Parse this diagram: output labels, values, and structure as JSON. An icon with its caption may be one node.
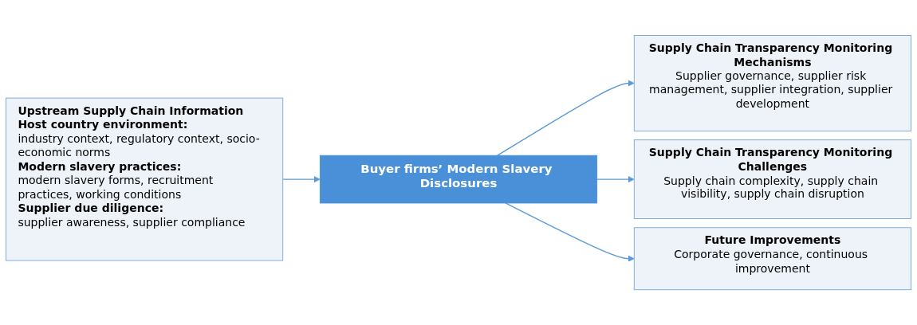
{
  "diagram": {
    "nodes": [
      {
        "text": [
          "Upstream Supply Chain Information",
          "Host country environment:",
          "industry context, regulatory context, socio-economic norms",
          "Modern slavery practices:",
          "modern slavery forms, recruitment practices, working conditions",
          "Supplier due diligence:",
          "supplier awareness, supplier compliance"
        ]
      },
      {
        "text": [
          "Buyer firms’ Modern Slavery Disclosures"
        ]
      },
      {
        "text": [
          "Supply Chain Transparency Monitoring Mechanisms",
          "Supplier governance, supplier risk management, supplier integration, supplier development"
        ]
      },
      {
        "text": [
          "Supply Chain Transparency Monitoring Challenges",
          "Supply chain complexity, supply chain visibility, supply chain disruption"
        ]
      },
      {
        "text": [
          "Future Improvements",
          "Corporate governance, continuous improvement"
        ]
      }
    ],
    "edges": [
      {
        "from": 0,
        "to": 1,
        "arrow": "to"
      },
      {
        "from": 1,
        "to": 2,
        "arrow": "to"
      },
      {
        "from": 1,
        "to": 3,
        "arrow": "to"
      },
      {
        "from": 1,
        "to": 4,
        "arrow": "to"
      }
    ]
  }
}
